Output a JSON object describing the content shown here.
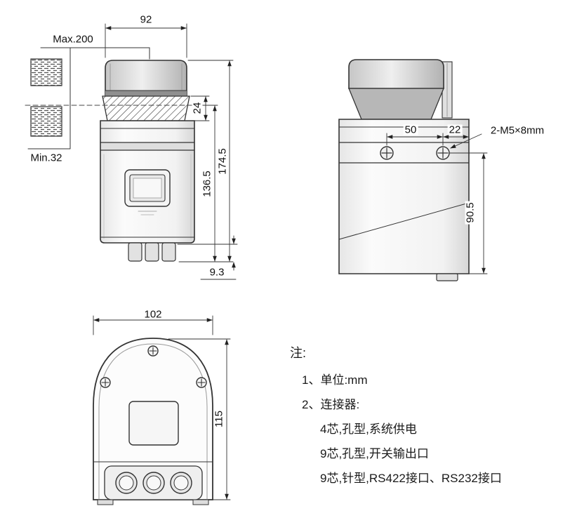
{
  "colors": {
    "line": "#333333",
    "text": "#111111",
    "background": "#ffffff"
  },
  "front_view": {
    "dims": {
      "width_top": "92",
      "max_range": "Max.200",
      "min_range": "Min.32",
      "window_height": "24",
      "height_scan": "136.5",
      "height_total": "174.5",
      "connector_height": "9.3"
    }
  },
  "side_view": {
    "dims": {
      "screw_spacing": "50",
      "screw_edge": "22",
      "screw_spec": "2-M5×8mm",
      "mount_height": "90.5"
    }
  },
  "bottom_view": {
    "dims": {
      "width": "102",
      "height": "115"
    }
  },
  "notes": {
    "title": "注:",
    "items": [
      "1、单位:mm",
      "2、连接器:",
      "4芯,孔型,系统供电",
      "9芯,孔型,开关输出口",
      "9芯,针型,RS422接口、RS232接口"
    ]
  }
}
